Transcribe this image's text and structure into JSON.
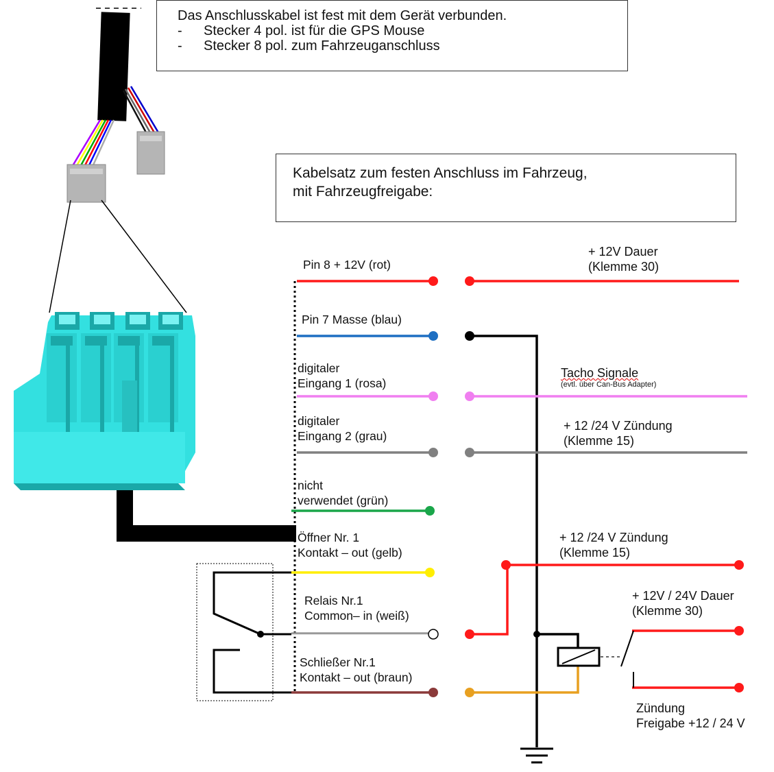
{
  "top_note": {
    "line1": "Das Anschlusskabel ist fest mit dem Gerät verbunden.",
    "bullets": [
      {
        "dash": "-",
        "text": "Stecker 4 pol. ist für die GPS Mouse"
      },
      {
        "dash": "-",
        "text": "Stecker 8 pol. zum Fahrzeuganschluss"
      }
    ]
  },
  "kabelsatz": {
    "line1": "Kabelsatz zum festen Anschluss im Fahrzeug,",
    "line2": "mit Fahrzeugfreigabe:"
  },
  "wires": [
    {
      "line1": "Pin 8 + 12V (rot)",
      "line2": "",
      "color": "#ff1a1a"
    },
    {
      "line1": "Pin 7 Masse (blau)",
      "line2": "",
      "color": "#1e6fc2"
    },
    {
      "line1": "digitaler",
      "line2": "Eingang 1 (rosa)",
      "color": "#f07ff0"
    },
    {
      "line1": "digitaler",
      "line2": "Eingang 2 (grau)",
      "color": "#808080"
    },
    {
      "line1": "nicht",
      "line2": "verwendet (grün)",
      "color": "#1aa64a"
    },
    {
      "line1": "Öffner Nr. 1",
      "line2": "Kontakt – out (gelb)",
      "color": "#ffee00"
    },
    {
      "line1": "Relais Nr.1",
      "line2": "Common– in (weiß)",
      "color": "#cccccc"
    },
    {
      "line1": "Schließer Nr.1",
      "line2": "Kontakt – out (braun)",
      "color": "#8b3a3a"
    }
  ],
  "vehicle": {
    "dauer": {
      "line1": "+ 12V Dauer",
      "line2": "(Klemme 30)"
    },
    "tacho": {
      "line1": "Tacho Signale",
      "line2": "(evtl. über Can-Bus Adapter)"
    },
    "zuendung1": {
      "line1": "+ 12 /24 V Zündung",
      "line2": "(Klemme 15)"
    },
    "zuendung2": {
      "line1": "+ 12 /24 V Zündung",
      "line2": "(Klemme 15)"
    },
    "dauer2": {
      "line1": "+ 12V / 24V Dauer",
      "line2": "(Klemme 30)"
    },
    "freigabe": {
      "line1": "Zündung",
      "line2": "Freigabe +12 / 24 V"
    }
  },
  "colors": {
    "connector": "#33e0e0",
    "connector_shadow": "#1aa8a8",
    "relay_wire": "#e8a020"
  },
  "icons": [
    "connector-8pin-icon",
    "gps-connector-icon",
    "relay-coil-icon",
    "ground-icon",
    "switch-contact-icon"
  ]
}
